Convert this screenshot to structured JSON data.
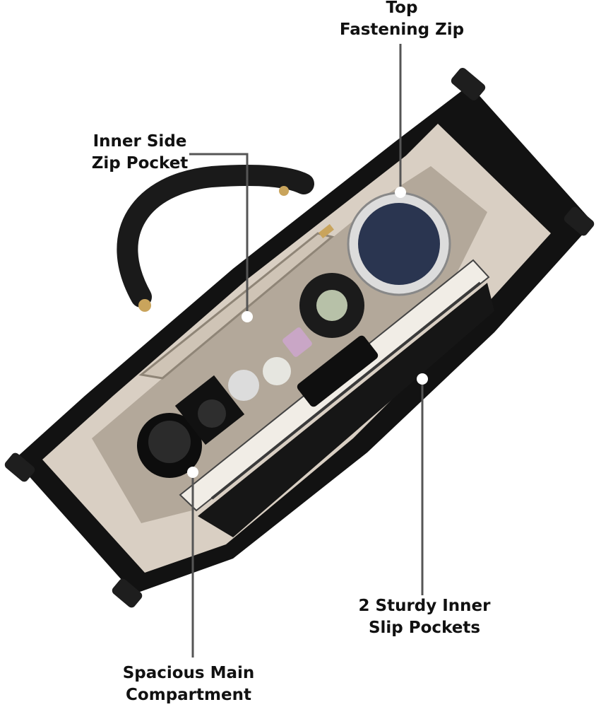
{
  "callouts": {
    "top_zip": {
      "line1": "Top",
      "line2": "Fastening Zip"
    },
    "side_pocket": {
      "line1": "Inner Side",
      "line2": "Zip Pocket"
    },
    "slip_pockets": {
      "line1": "2 Sturdy Inner",
      "line2": "Slip Pockets"
    },
    "main_compartment": {
      "line1": "Spacious Main",
      "line2": "Compartment"
    }
  },
  "colors": {
    "bag_exterior": "#111111",
    "bag_lining": "#d9cfc3",
    "leader_line": "#555555",
    "leader_dot": "#ffffff",
    "label_text": "#111111"
  }
}
